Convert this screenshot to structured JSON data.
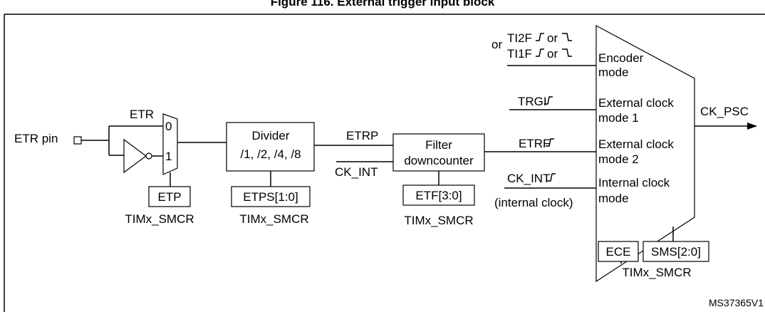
{
  "title": "Figure 116. External trigger input block",
  "etr_pin": "ETR pin",
  "mux1": {
    "label": "ETR",
    "in0": "0",
    "in1": "1"
  },
  "etp_box": "ETP",
  "divider": {
    "line1": "Divider",
    "line2": "/1, /2, /4, /8"
  },
  "etps_box": "ETPS[1:0]",
  "etrp": "ETRP",
  "ck_int_in": "CK_INT",
  "filter": {
    "line1": "Filter",
    "line2": "downcounter"
  },
  "etf_box": "ETF[3:0]",
  "regs": {
    "etp": "TIMx_SMCR",
    "etps": "TIMx_SMCR",
    "etf": "TIMx_SMCR",
    "sms": "TIMx_SMCR"
  },
  "encoder_inputs": {
    "or_left": "or",
    "ti2f": "TI2F",
    "ti1f": "TI1F",
    "or_a": "or",
    "or_b": "or"
  },
  "trgi": "TRGI",
  "etrf": "ETRF",
  "ck_int_mux": "CK_INT",
  "internal_clock": "(internal clock)",
  "modes": {
    "encoder": [
      "Encoder",
      "mode"
    ],
    "ext1": [
      "External clock",
      "mode 1"
    ],
    "ext2": [
      "External clock",
      "mode 2"
    ],
    "internal": [
      "Internal clock",
      "mode"
    ]
  },
  "ck_psc": "CK_PSC",
  "ece_box": "ECE",
  "sms_box": "SMS[2:0]",
  "figure_id": "MS37365V1"
}
